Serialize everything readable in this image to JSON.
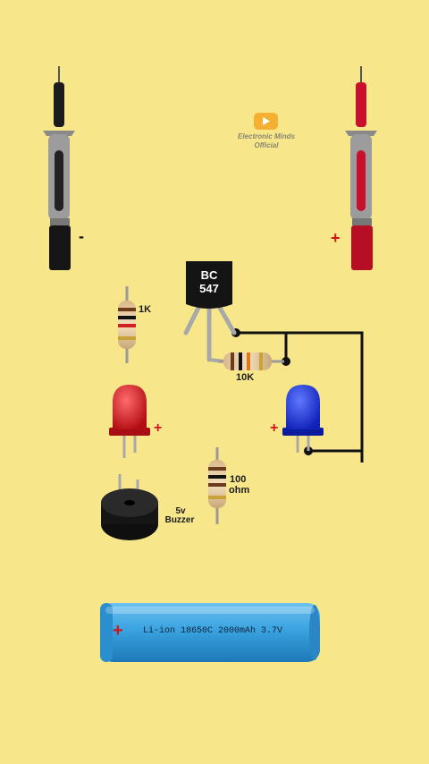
{
  "channel": {
    "name": "Electronic Minds",
    "sub": "Official",
    "logo_icon": "play-icon"
  },
  "probes": {
    "negative_sign": "-",
    "positive_sign": "+"
  },
  "transistor": {
    "line1": "BC",
    "line2": "547"
  },
  "resistors": {
    "r1": "1K",
    "r2": "10K",
    "r3_value": "100",
    "r3_unit": "ohm"
  },
  "leds": {
    "red_sign": "+",
    "blue_sign": "+"
  },
  "buzzer": {
    "line1": "5v",
    "line2": "Buzzer"
  },
  "battery": {
    "sign": "+",
    "label": "Li-ion 18650C 2000mAh 3.7V"
  },
  "colors": {
    "background": "#f8e78a",
    "red": "#c8102e",
    "blue": "#1d2fd8",
    "battery": "#3aa3e0"
  }
}
